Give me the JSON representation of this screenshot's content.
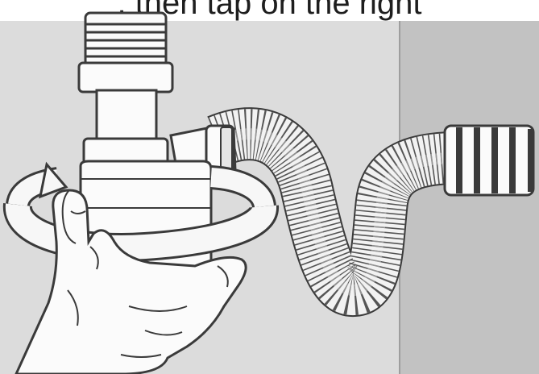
{
  "caption_fragment": ", then tap on the right",
  "colors": {
    "wall_left": "#dcdcdc",
    "wall_right": "#c2c2c2",
    "outline": "#3a3a3a",
    "part_fill": "#fbfbfb",
    "shade": "#b9b9b9"
  },
  "icons": [
    "rotation-arrow-icon",
    "hand-icon",
    "siphon-trap",
    "flexible-hose"
  ]
}
